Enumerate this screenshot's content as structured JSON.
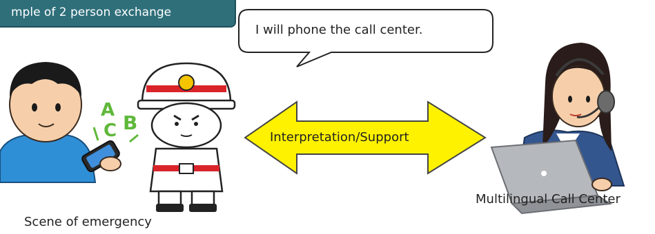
{
  "header": {
    "tab_text": "mple of 2 person exchange"
  },
  "speech_bubble": {
    "text": "I will phone the call center."
  },
  "arrow": {
    "label": "Interpretation/Support",
    "color": "#fff200"
  },
  "captions": {
    "left": "Scene of emergency",
    "right": "Multilingual Call Center"
  },
  "letters": {
    "a": "A",
    "b": "B",
    "c": "C"
  },
  "colors": {
    "tab": "#2e6f7a",
    "man_shirt": "#2e8fd6",
    "helmet_red": "#d9252a",
    "letters_green": "#5fb83a"
  },
  "icons": [
    "man-with-smartphone-illustration",
    "firefighter-illustration",
    "operator-with-headset-illustration",
    "laptop-illustration"
  ]
}
